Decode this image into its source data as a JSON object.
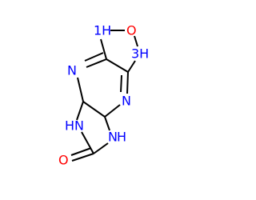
{
  "molecule": {
    "atoms": {
      "n1h": {
        "text": "1H",
        "element": "N",
        "color": "#0000ff"
      },
      "o_ring": {
        "text": "O",
        "element": "O",
        "color": "#ff0000"
      },
      "n3h": {
        "text": "3H",
        "element": "N",
        "color": "#0000ff"
      },
      "n_left": {
        "text": "N",
        "element": "N",
        "color": "#0000ff"
      },
      "n_right": {
        "text": "N",
        "element": "N",
        "color": "#0000ff"
      },
      "n_nh_left": {
        "text": "N",
        "element": "N",
        "color": "#0000ff"
      },
      "h_nh_left": {
        "text": "H",
        "element": "H",
        "color": "#0000ff"
      },
      "n_nh_right": {
        "text": "N",
        "element": "N",
        "color": "#0000ff"
      },
      "h_nh_right": {
        "text": "H",
        "element": "H",
        "color": "#0000ff"
      },
      "o_carbonyl": {
        "text": "O",
        "element": "O",
        "color": "#ff0000"
      }
    }
  }
}
